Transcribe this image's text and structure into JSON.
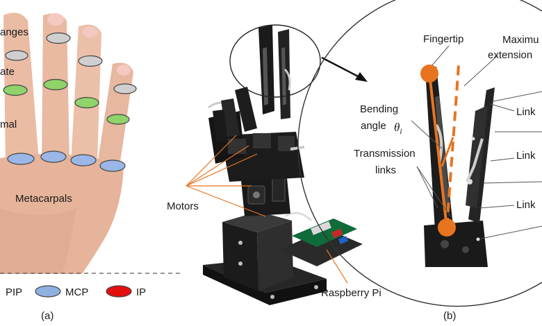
{
  "panel_a": {
    "labels": {
      "phalanges": "anges",
      "intermediate": "ate",
      "proximal": "mal",
      "metacarpals": "Metacarpals"
    },
    "legend": [
      {
        "label": "PIP",
        "color": "#7ec850"
      },
      {
        "label": "MCP",
        "color": "#8fb0e0"
      },
      {
        "label": "IP",
        "color": "#e31010"
      }
    ],
    "caption": "(a)",
    "joint_colors": {
      "dip": "#c8c8c8",
      "pip": "#8fd36a",
      "mcp": "#9bb7e8"
    }
  },
  "robot": {
    "motors_label": "Motors",
    "rpi_label": "Raspberry Pi"
  },
  "panel_b": {
    "fingertip": "Fingertip",
    "max_extension_line1": "Maximu",
    "max_extension_line2": "extension",
    "bending_line1": "Bending",
    "bending_line2": "angle",
    "theta": "θ",
    "theta_sub": "i",
    "transmission_line1": "Transmission",
    "transmission_line2": "links",
    "link_top": "Link",
    "link_mid": "Link",
    "link_bot": "Link",
    "caption": "(b)",
    "accent_color": "#e8741f"
  }
}
